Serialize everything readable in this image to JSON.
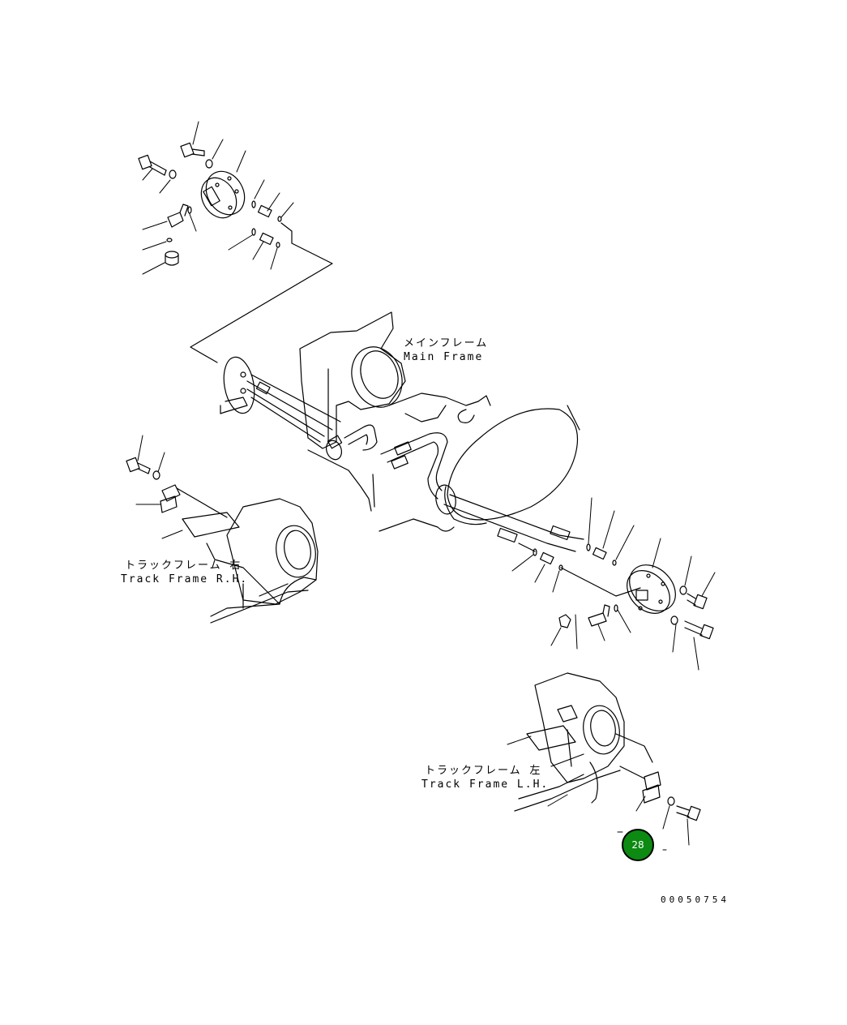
{
  "labels": {
    "main_frame_jp": "メインフレーム",
    "main_frame_en": "Main Frame",
    "track_frame_rh_jp": "トラックフレーム 右",
    "track_frame_rh_en": "Track Frame R.H.",
    "track_frame_lh_jp": "トラックフレーム 左",
    "track_frame_lh_en": "Track Frame L.H."
  },
  "badge": {
    "text": "28",
    "color": "#0c8a12"
  },
  "drawing_number": "00050754"
}
